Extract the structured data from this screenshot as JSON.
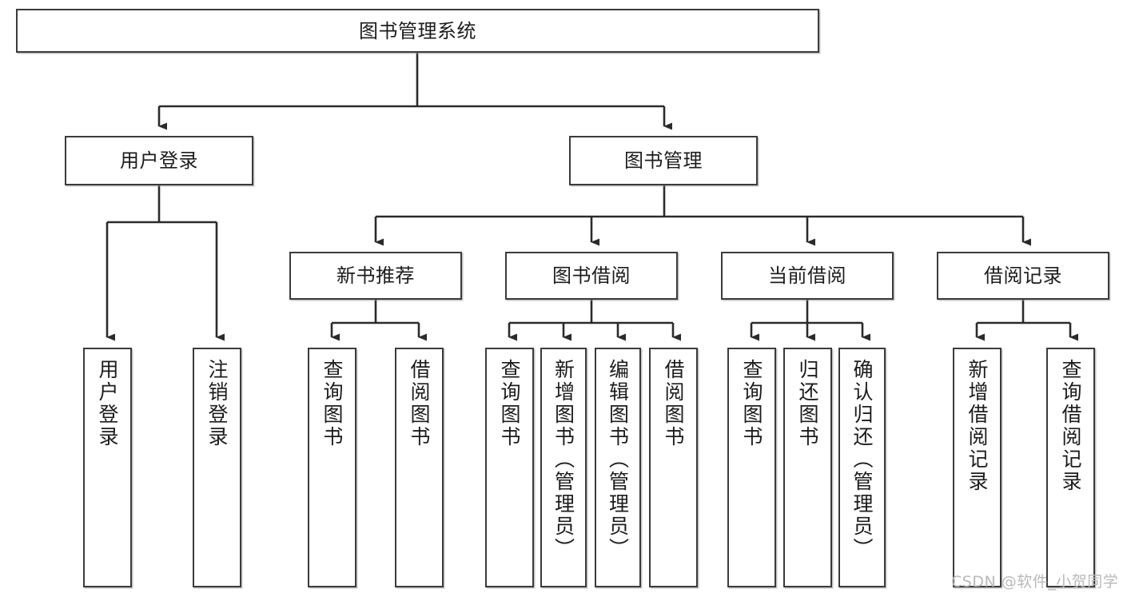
{
  "diagram": {
    "title": "图书管理系统",
    "watermark": "CSDN @软件_小贺同学",
    "colors": {
      "background": "#ffffff",
      "border": "#3b3b3b",
      "edge": "#2b2b2b",
      "text": "#1c1c1c",
      "watermark": "#b9b9b9"
    },
    "nodes": {
      "root": {
        "label": "图书管理系统"
      },
      "level1": [
        {
          "label": "用户登录"
        },
        {
          "label": "图书管理"
        }
      ],
      "level2": [
        {
          "label": "新书推荐"
        },
        {
          "label": "图书借阅"
        },
        {
          "label": "当前借阅"
        },
        {
          "label": "借阅记录"
        }
      ],
      "leaves": [
        {
          "label": "用户登录"
        },
        {
          "label": "注销登录"
        },
        {
          "label": "查询图书"
        },
        {
          "label": "借阅图书"
        },
        {
          "label": "查询图书"
        },
        {
          "label": "新增图书（管理员）"
        },
        {
          "label": "编辑图书（管理员）"
        },
        {
          "label": "借阅图书"
        },
        {
          "label": "查询图书"
        },
        {
          "label": "归还图书"
        },
        {
          "label": "确认归还（管理员）"
        },
        {
          "label": "新增借阅记录"
        },
        {
          "label": "查询借阅记录"
        }
      ]
    }
  }
}
